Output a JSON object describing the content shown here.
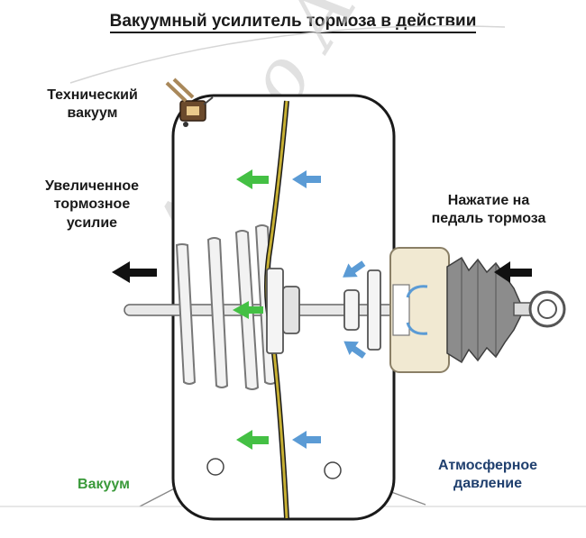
{
  "title": "Вакуумный усилитель тормоза в действии",
  "labels": {
    "tech_vacuum": "Технический\nвакуум",
    "increased_force": "Увеличенное\nтормозное\nусилие",
    "pedal_press": "Нажатие на\nпедаль тормоза",
    "vacuum": "Вакуум",
    "atmospheric": "Атмосферное\nдавление"
  },
  "watermark": "Авто Азбука",
  "colors": {
    "vacuum_label": "#3a9a3a",
    "atmospheric_label": "#1f3f6e",
    "green_arrow": "#44c044",
    "blue_arrow": "#5b9bd5",
    "membrane": "#c7b033",
    "valve_body": "#f1e9d2"
  }
}
